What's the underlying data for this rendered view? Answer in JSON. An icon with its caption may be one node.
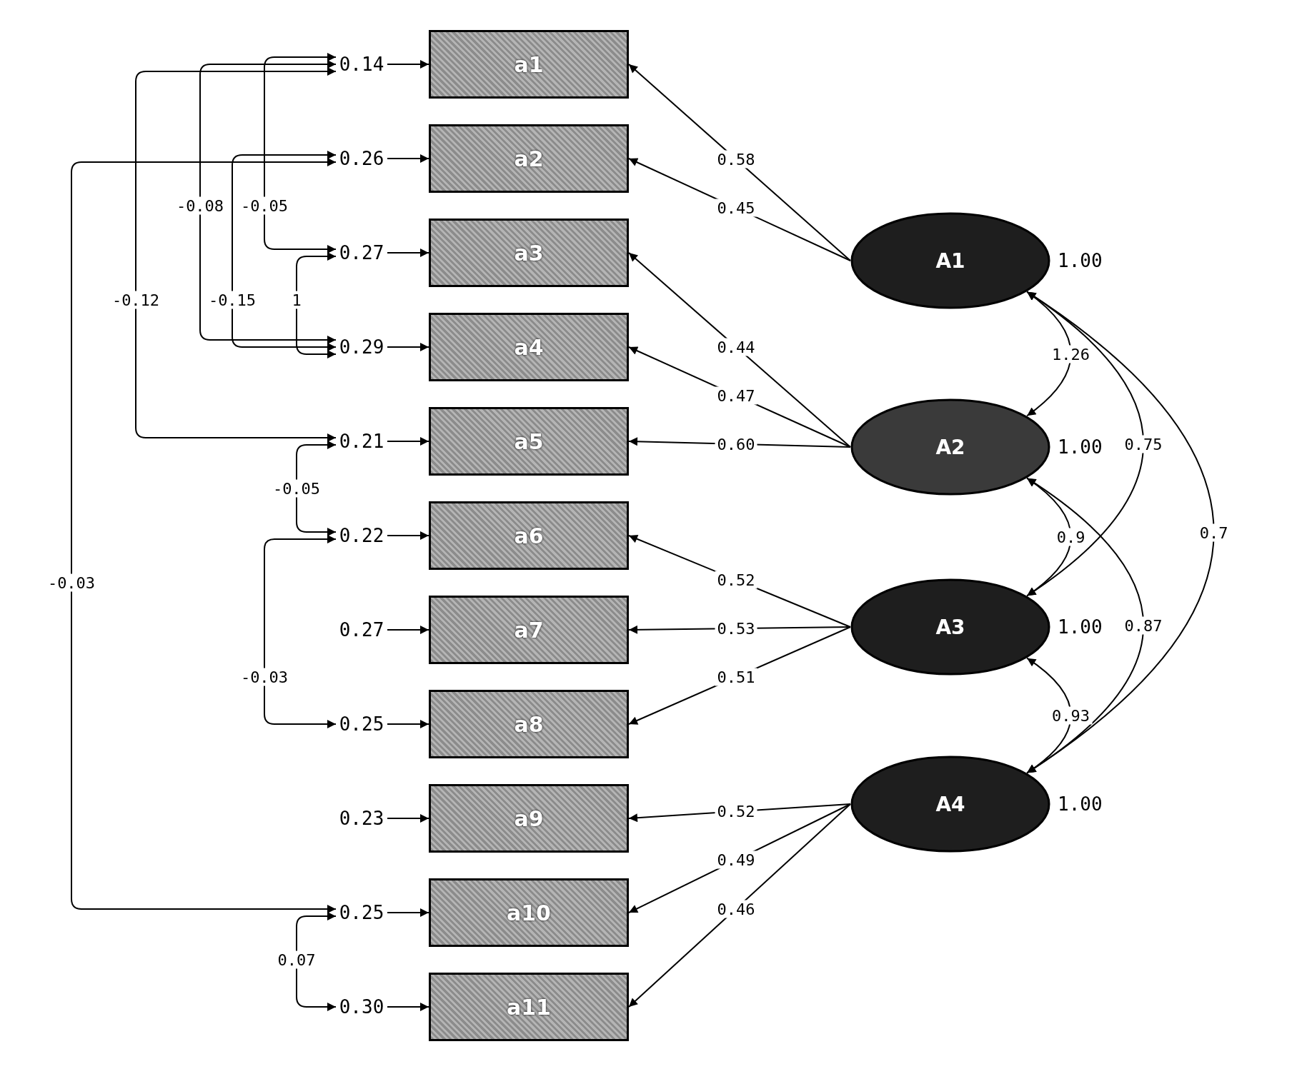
{
  "diagram": {
    "nodes": [
      {
        "text": [
          "a1"
        ]
      },
      {
        "text": [
          "a2"
        ]
      },
      {
        "text": [
          "a3"
        ]
      },
      {
        "text": [
          "a4"
        ]
      },
      {
        "text": [
          "a5"
        ]
      },
      {
        "text": [
          "a6"
        ]
      },
      {
        "text": [
          "a7"
        ]
      },
      {
        "text": [
          "a8"
        ]
      },
      {
        "text": [
          "a9"
        ]
      },
      {
        "text": [
          "a10"
        ]
      },
      {
        "text": [
          "a11"
        ]
      },
      {
        "text": [
          "A1"
        ],
        "beside": [
          "1.00"
        ]
      },
      {
        "text": [
          "A2"
        ],
        "beside": [
          "1.00"
        ]
      },
      {
        "text": [
          "A3"
        ],
        "beside": [
          "1.00"
        ]
      },
      {
        "text": [
          "A4"
        ],
        "beside": [
          "1.00"
        ]
      },
      {
        "text": [
          "0.14"
        ]
      },
      {
        "text": [
          "0.26"
        ]
      },
      {
        "text": [
          "0.27"
        ]
      },
      {
        "text": [
          "0.29"
        ]
      },
      {
        "text": [
          "0.21"
        ]
      },
      {
        "text": [
          "0.22"
        ]
      },
      {
        "text": [
          "0.27"
        ]
      },
      {
        "text": [
          "0.25"
        ]
      },
      {
        "text": [
          "0.23"
        ]
      },
      {
        "text": [
          "0.25"
        ]
      },
      {
        "text": [
          "0.30"
        ]
      }
    ],
    "edges": [
      {
        "from": 11,
        "to": 0,
        "arrow": "to",
        "label": "0.58"
      },
      {
        "from": 11,
        "to": 1,
        "arrow": "to",
        "label": "0.45"
      },
      {
        "from": 12,
        "to": 2,
        "arrow": "to",
        "label": "0.44"
      },
      {
        "from": 12,
        "to": 3,
        "arrow": "to",
        "label": "0.47"
      },
      {
        "from": 12,
        "to": 4,
        "arrow": "to",
        "label": "0.60"
      },
      {
        "from": 13,
        "to": 5,
        "arrow": "to",
        "label": "0.52"
      },
      {
        "from": 13,
        "to": 6,
        "arrow": "to",
        "label": "0.53"
      },
      {
        "from": 13,
        "to": 7,
        "arrow": "to",
        "label": "0.51"
      },
      {
        "from": 14,
        "to": 8,
        "arrow": "to",
        "label": "0.52"
      },
      {
        "from": 14,
        "to": 9,
        "arrow": "to",
        "label": "0.49"
      },
      {
        "from": 14,
        "to": 10,
        "arrow": "to",
        "label": "0.46"
      },
      {
        "from": 11,
        "to": 12,
        "arrow": "both",
        "label": "1.26"
      },
      {
        "from": 11,
        "to": 13,
        "arrow": "both",
        "label": "0.75"
      },
      {
        "from": 11,
        "to": 14,
        "arrow": "both",
        "label": "0.7"
      },
      {
        "from": 12,
        "to": 13,
        "arrow": "both",
        "label": "0.9"
      },
      {
        "from": 12,
        "to": 14,
        "arrow": "both",
        "label": "0.87"
      },
      {
        "from": 13,
        "to": 14,
        "arrow": "both",
        "label": "0.93"
      },
      {
        "from": 15,
        "to": 0,
        "arrow": "to"
      },
      {
        "from": 16,
        "to": 1,
        "arrow": "to"
      },
      {
        "from": 17,
        "to": 2,
        "arrow": "to"
      },
      {
        "from": 18,
        "to": 3,
        "arrow": "to"
      },
      {
        "from": 19,
        "to": 4,
        "arrow": "to"
      },
      {
        "from": 20,
        "to": 5,
        "arrow": "to"
      },
      {
        "from": 21,
        "to": 6,
        "arrow": "to"
      },
      {
        "from": 22,
        "to": 7,
        "arrow": "to"
      },
      {
        "from": 23,
        "to": 8,
        "arrow": "to"
      },
      {
        "from": 24,
        "to": 9,
        "arrow": "to"
      },
      {
        "from": 25,
        "to": 10,
        "arrow": "to"
      },
      {
        "from": 15,
        "to": 17,
        "arrow": "both",
        "label": "-0.05"
      },
      {
        "from": 15,
        "to": 18,
        "arrow": "both",
        "label": "-0.08"
      },
      {
        "from": 16,
        "to": 18,
        "arrow": "both",
        "label": "-0.15"
      },
      {
        "from": 15,
        "to": 19,
        "arrow": "both",
        "label": "-0.12"
      },
      {
        "from": 17,
        "to": 18,
        "arrow": "both",
        "label": "1"
      },
      {
        "from": 16,
        "to": 24,
        "arrow": "both",
        "label": "-0.03"
      },
      {
        "from": 19,
        "to": 20,
        "arrow": "both",
        "label": "-0.05"
      },
      {
        "from": 20,
        "to": 22,
        "arrow": "both",
        "label": "-0.03"
      },
      {
        "from": 24,
        "to": 25,
        "arrow": "both",
        "label": "0.07"
      }
    ]
  }
}
